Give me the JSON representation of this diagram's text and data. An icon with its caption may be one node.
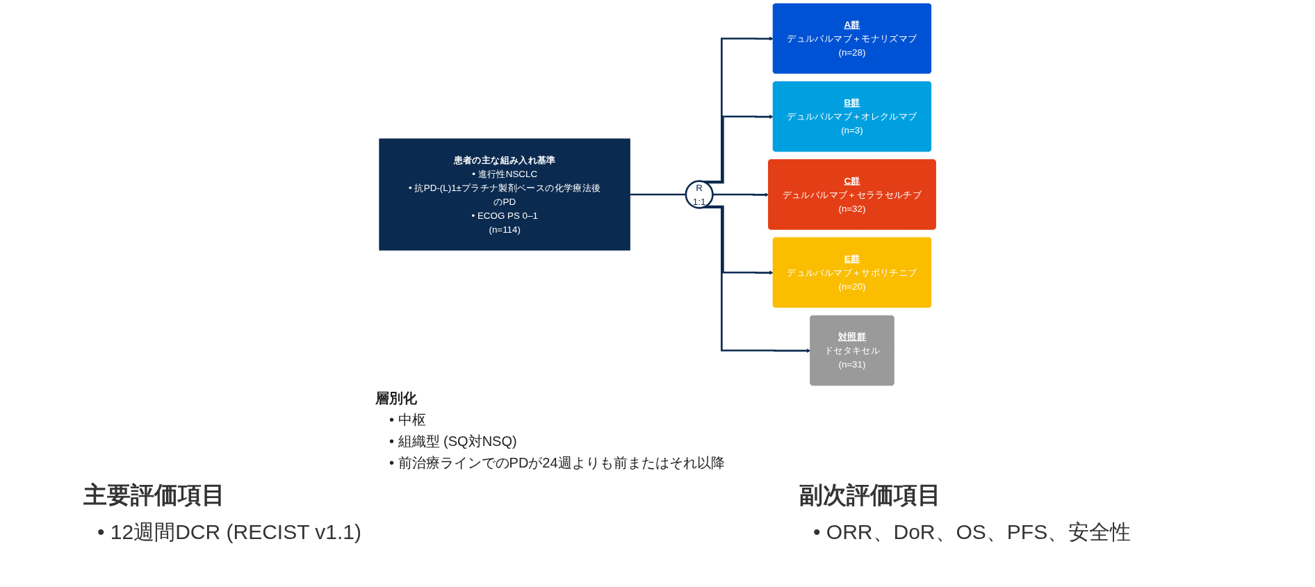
{
  "diagram": {
    "nodes": [
      {
        "text": [
          "患者の主な組み入れ基準",
          "• 進行性NSCLC",
          "• 抗PD-(L)1±プラチナ製剤ベースの化学療法後のPD",
          "• ECOG PS 0–1",
          "(n=114)"
        ]
      },
      {
        "text": [
          "R",
          "1:1"
        ]
      },
      {
        "text": [
          "A群",
          "デュルバルマブ＋モナリズマブ",
          "(n=28)"
        ]
      },
      {
        "text": [
          "B群",
          "デュルバルマブ＋オレクルマブ",
          "(n=3)"
        ]
      },
      {
        "text": [
          "C群",
          "デュルバルマブ＋セララセルチブ",
          "(n=32)"
        ]
      },
      {
        "text": [
          "E群",
          "デュルバルマブ＋サボリチニブ",
          "(n=20)"
        ]
      },
      {
        "text": [
          "対照群",
          "ドセタキセル",
          "(n=31)"
        ]
      }
    ],
    "edges": [
      {
        "from": 0,
        "to": 1,
        "arrow": "none"
      },
      {
        "from": 1,
        "to": 2,
        "arrow": "to"
      },
      {
        "from": 1,
        "to": 3,
        "arrow": "to"
      },
      {
        "from": 1,
        "to": 4,
        "arrow": "to"
      },
      {
        "from": 1,
        "to": 5,
        "arrow": "to"
      },
      {
        "from": 1,
        "to": 6,
        "arrow": "to"
      }
    ],
    "labels": [
      "層別化",
      "• 中枢",
      "• 組織型 (SQ対NSQ)",
      "• 前治療ラインでのPDが24週よりも前またはそれ以降",
      "主要評価項目",
      "• 12週間DCR (RECIST v1.1)",
      "副次評価項目",
      "• ORR、DoR、OS、PFS、安全性"
    ]
  }
}
